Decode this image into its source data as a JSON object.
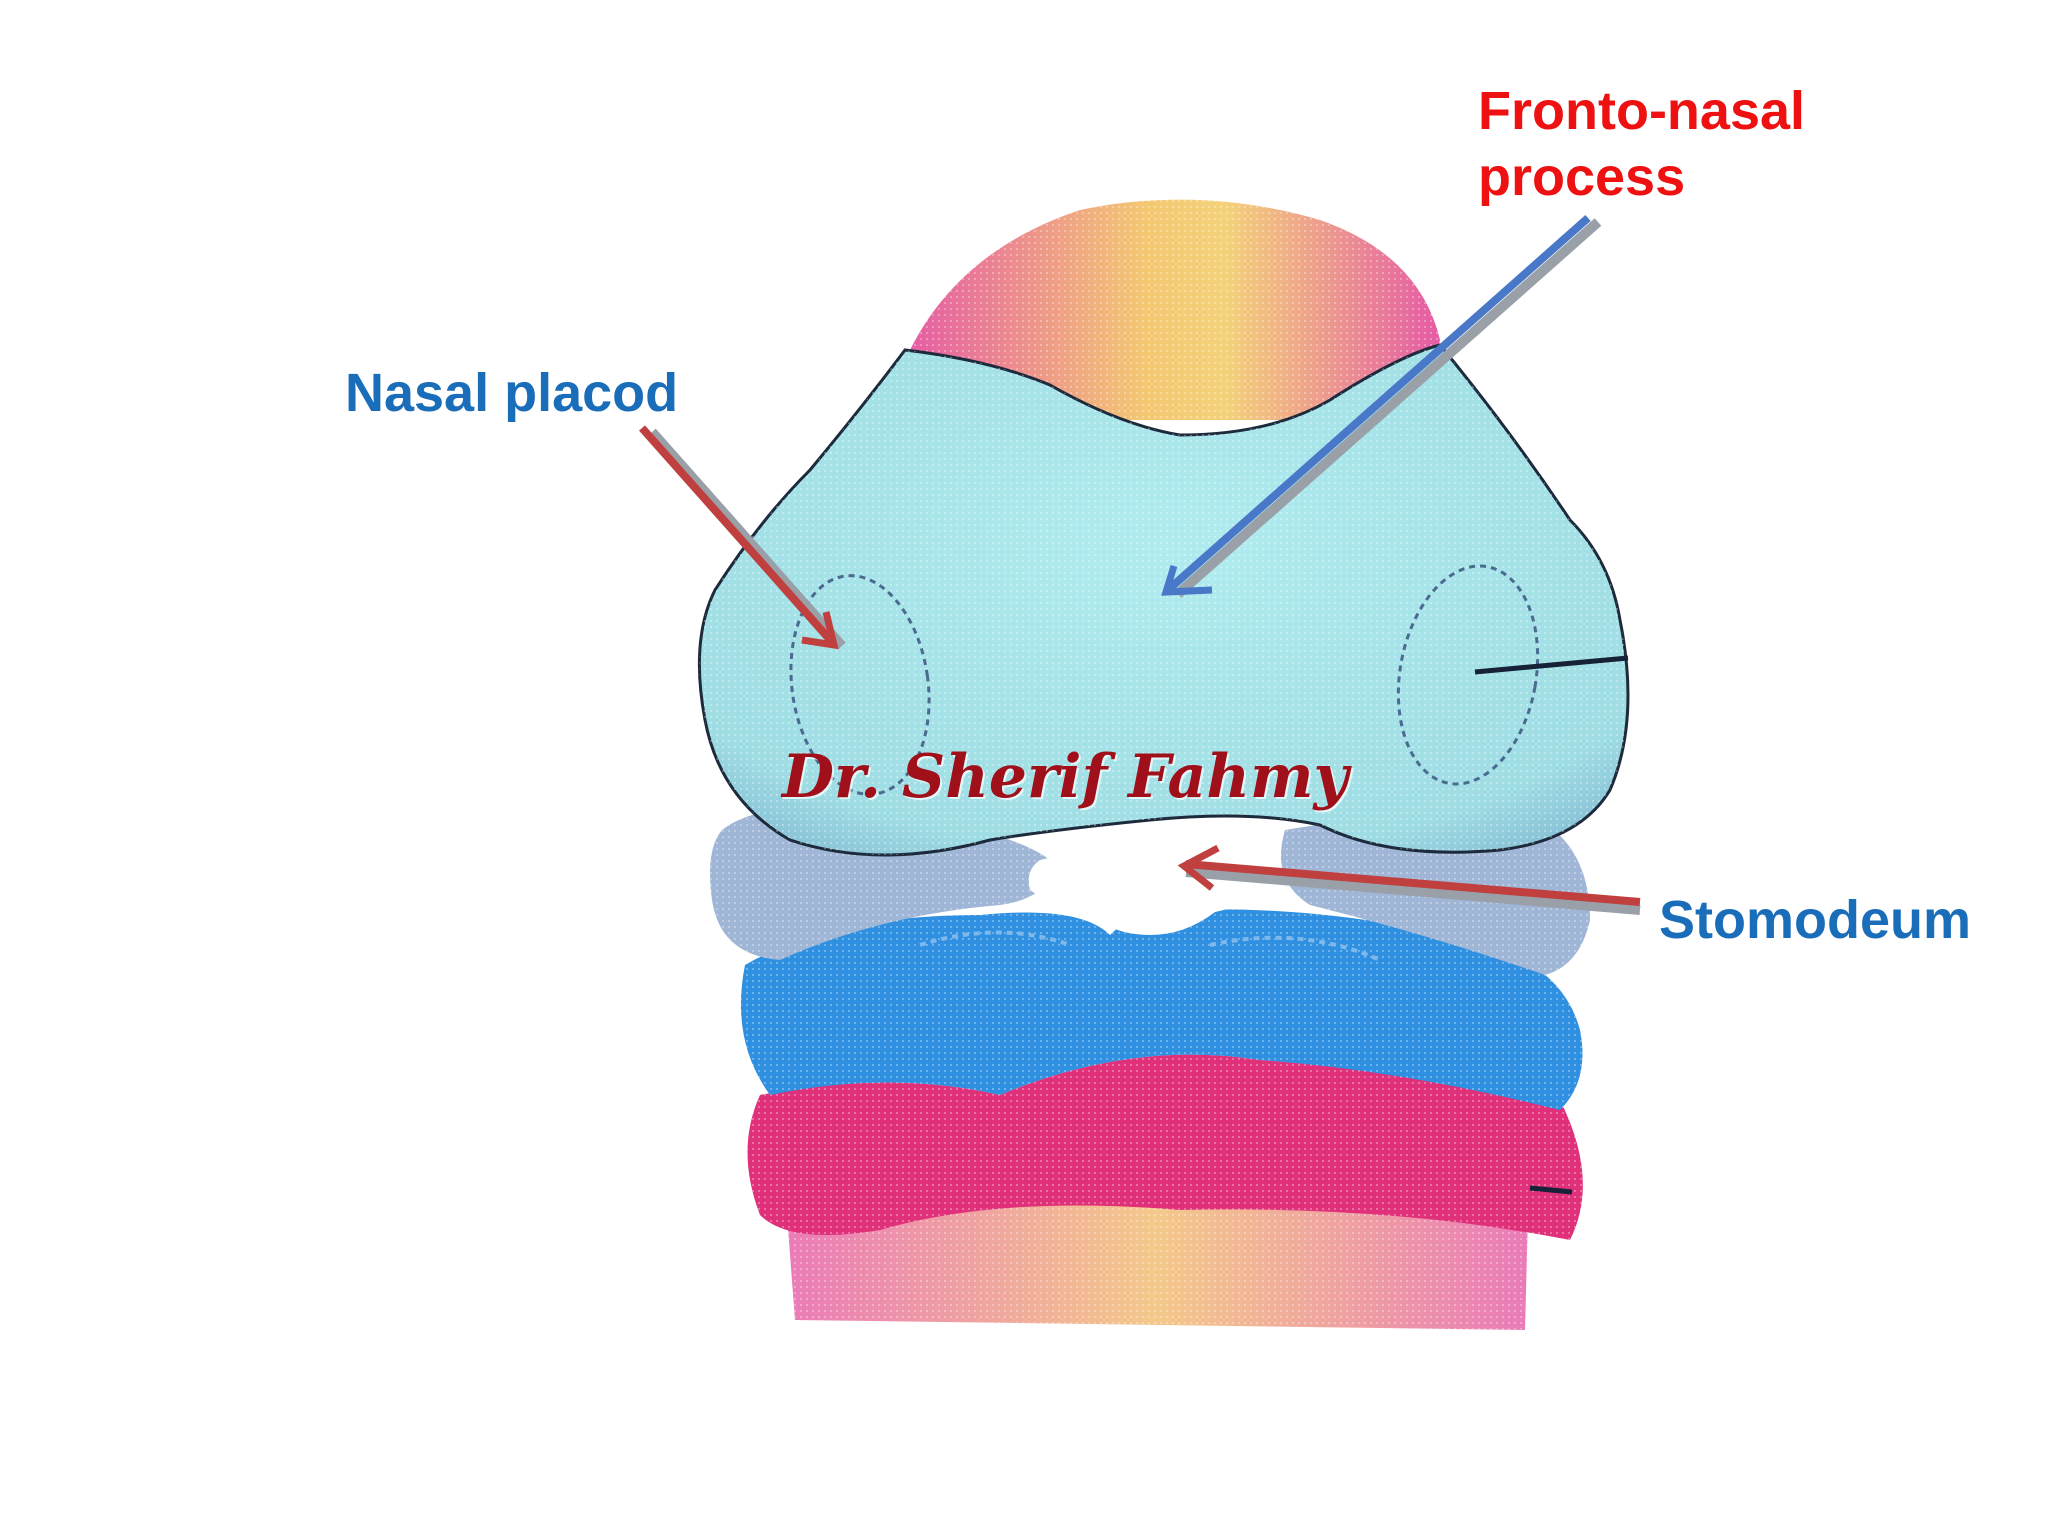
{
  "labels": {
    "fronto_nasal_line1": "Fronto-nasal",
    "fronto_nasal_line2": "process",
    "nasal_placod": "Nasal placod",
    "stomodeum": "Stomodeum"
  },
  "watermark": "Dr. Sherif Fahmy",
  "colors": {
    "red_label": "#ee1111",
    "blue_label": "#1a6db8",
    "watermark": "#a0101a",
    "cyan_region": "#a6e6ea",
    "pink_region": "#e85aa0",
    "magenta_band": "#e0307a",
    "blue_band": "#2f8fe0",
    "gray_blue_region": "#9fb6d6",
    "yellow_region": "#f4d27a",
    "arrow_red": "#c0403f",
    "arrow_blue": "#4a78c8"
  }
}
